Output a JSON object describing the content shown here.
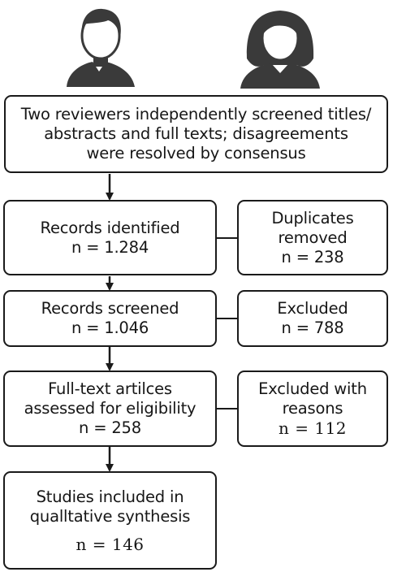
{
  "header": {
    "reviewer_1_icon": "man-avatar-icon",
    "reviewer_2_icon": "woman-avatar-icon"
  },
  "flow": {
    "intro": {
      "line1": "Two reviewers independently screened titles/",
      "line2": "abstracts and full texts; disagreements",
      "line3": "were resolved by consensus"
    },
    "identified": {
      "label": "Records identified",
      "count": "n = 1.284"
    },
    "duplicates": {
      "line1": "Duplicates",
      "line2": "removed",
      "count": "n = 238"
    },
    "screened": {
      "label": "Records screened",
      "count": "n = 1.046"
    },
    "excluded": {
      "label": "Excluded",
      "count": "n = 788"
    },
    "fulltext": {
      "line1": "Full-text artilces",
      "line2": "assessed for eligibility",
      "count": "n = 258"
    },
    "excluded_reasons": {
      "line1": "Excluded with",
      "line2": "reasons",
      "count": "n = 112"
    },
    "included": {
      "line1": "Studies included in",
      "line2": "qualltative synthesis",
      "count": "n = 146"
    }
  },
  "colors": {
    "stroke": "#1a1a1a",
    "icon": "#3a3a3a",
    "text": "#161616"
  }
}
